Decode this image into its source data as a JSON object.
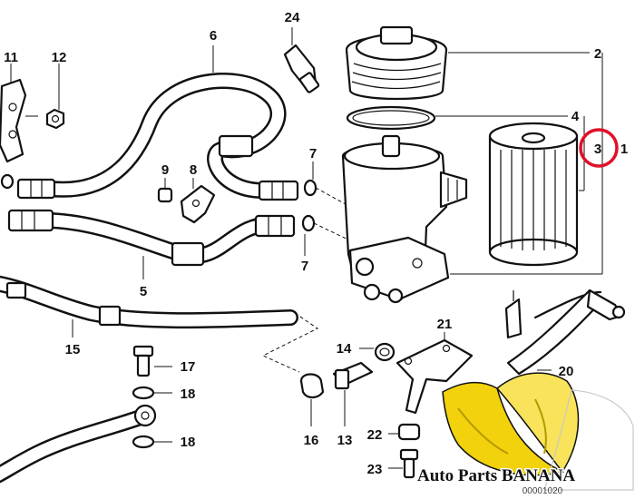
{
  "diagram": {
    "part_numbers": {
      "p1": "1",
      "p2": "2",
      "p3": "3",
      "p4": "4",
      "p5": "5",
      "p6": "6",
      "p7a": "7",
      "p7b": "7",
      "p8": "8",
      "p9": "9",
      "p11": "11",
      "p12": "12",
      "p13": "13",
      "p14": "14",
      "p15": "15",
      "p16": "16",
      "p17": "17",
      "p18a": "18",
      "p18b": "18",
      "p20": "20",
      "p21": "21",
      "p22": "22",
      "p23": "23",
      "p24": "24"
    },
    "highlight_color": "#e0102a",
    "highlighted_part": "3",
    "drawing_number": "00001020"
  },
  "watermark": {
    "brand_text": "Auto Parts BANANA",
    "brand_color": "#111111",
    "banana_color": "#f2d20c"
  }
}
